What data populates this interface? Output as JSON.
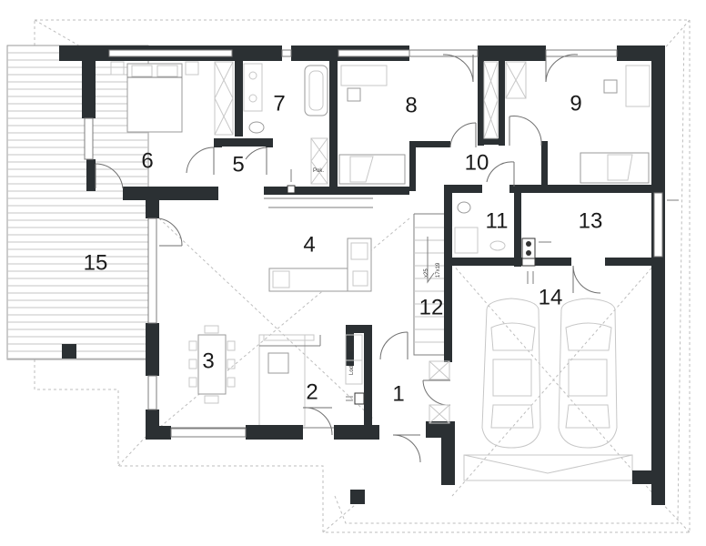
{
  "rooms": [
    {
      "id": "1",
      "label": "1"
    },
    {
      "id": "2",
      "label": "2"
    },
    {
      "id": "3",
      "label": "3"
    },
    {
      "id": "4",
      "label": "4"
    },
    {
      "id": "5",
      "label": "5"
    },
    {
      "id": "6",
      "label": "6"
    },
    {
      "id": "7",
      "label": "7"
    },
    {
      "id": "8",
      "label": "8"
    },
    {
      "id": "9",
      "label": "9"
    },
    {
      "id": "10",
      "label": "10"
    },
    {
      "id": "11",
      "label": "11"
    },
    {
      "id": "12",
      "label": "12"
    },
    {
      "id": "13",
      "label": "13"
    },
    {
      "id": "14",
      "label": "14"
    },
    {
      "id": "15",
      "label": "15"
    }
  ],
  "annotations": {
    "pok_bath": "Pok.",
    "lod": "Lod.",
    "pok_kitchen": "Pok.",
    "stairs_a": "17x19",
    "stairs_b": "x25"
  },
  "colors": {
    "wall": "#2b3033",
    "line": "#7d7d7d",
    "background": "#ffffff"
  }
}
